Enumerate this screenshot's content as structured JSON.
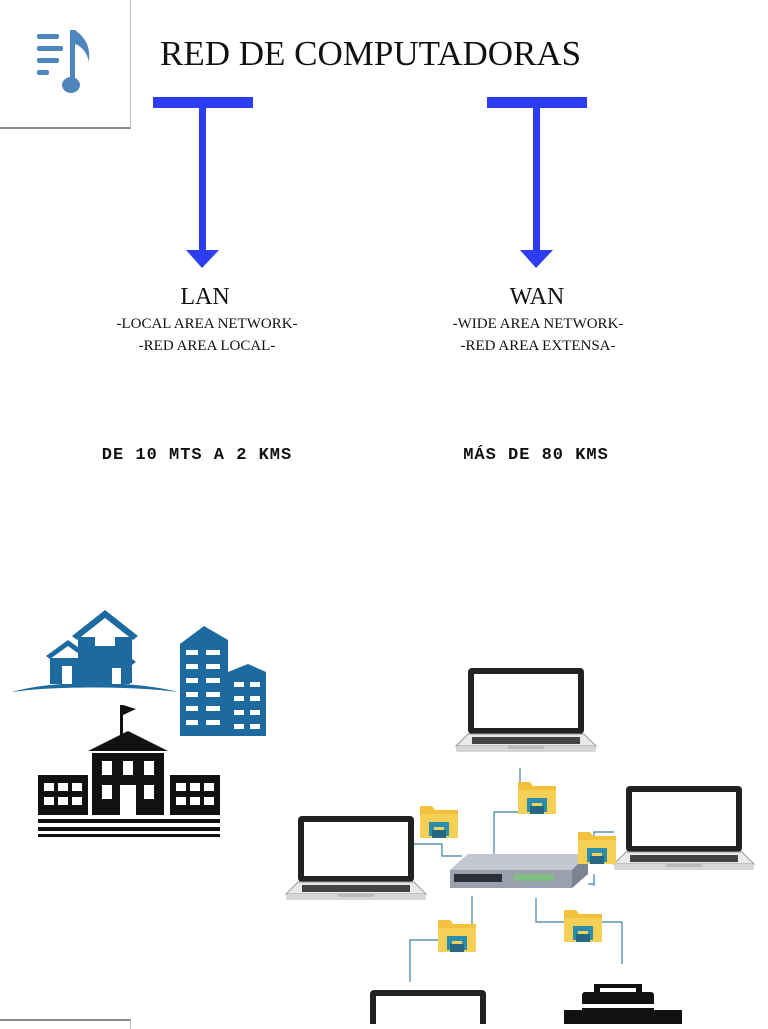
{
  "header": {
    "menu_icon": "music-playlist-icon",
    "title": "RED DE COMPUTADORAS"
  },
  "lan": {
    "name": "LAN",
    "subtitle_1": "-LOCAL AREA NETWORK-",
    "subtitle_2": "-RED AREA LOCAL-",
    "distance": "DE 10 MTS A 2 KMS"
  },
  "wan": {
    "name": "WAN",
    "subtitle_1": "-WIDE AREA NETWORK-",
    "subtitle_2": "-RED AREA EXTENSA-",
    "distance": "MÁS DE 80 KMS"
  },
  "colors": {
    "arrow": "#2d3ef0",
    "menu_icon": "#4f86bd",
    "buildings": "#1c6aa0",
    "school": "#111111",
    "folder": "#f3c13d",
    "folder_accent": "#2a8fae",
    "switch": "#9aa0ad"
  },
  "illustrations": [
    "houses-icon",
    "city-buildings-icon",
    "school-icon",
    "network-diagram-icon",
    "laptop-icon",
    "folder-icon",
    "network-switch-icon",
    "printer-icon"
  ]
}
